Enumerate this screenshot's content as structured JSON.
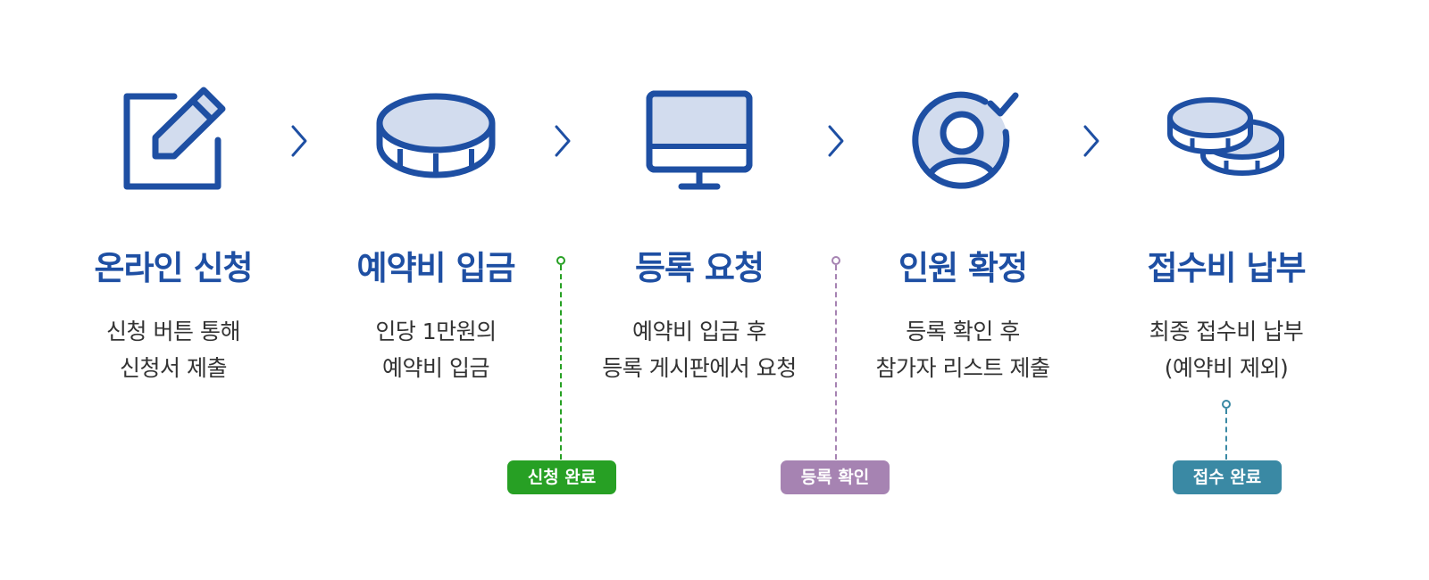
{
  "colors": {
    "primary": "#1e4fa3",
    "icon_fill": "#d2dcee",
    "text": "#333333",
    "badge_green": "#27a024",
    "badge_purple": "#a683b2",
    "badge_teal": "#3a89a4"
  },
  "steps": [
    {
      "icon": "edit-pencil-icon",
      "title": "온라인 신청",
      "desc": [
        "신청 버튼 통해",
        "신청서 제출"
      ]
    },
    {
      "icon": "coin-icon",
      "title": "예약비 입금",
      "desc": [
        "인당 1만원의",
        "예약비 입금"
      ]
    },
    {
      "icon": "monitor-icon",
      "title": "등록 요청",
      "desc": [
        "예약비 입금 후",
        "등록 게시판에서 요청"
      ]
    },
    {
      "icon": "user-check-icon",
      "title": "인원 확정",
      "desc": [
        "등록 확인 후",
        "참가자 리스트 제출"
      ]
    },
    {
      "icon": "coins-stack-icon",
      "title": "접수비 납부",
      "desc": [
        "최종 접수비 납부",
        "(예약비 제외)"
      ]
    }
  ],
  "badges": [
    {
      "label": "신청 완료",
      "color": "#27a024"
    },
    {
      "label": "등록 확인",
      "color": "#a683b2"
    },
    {
      "label": "접수 완료",
      "color": "#3a89a4"
    }
  ]
}
